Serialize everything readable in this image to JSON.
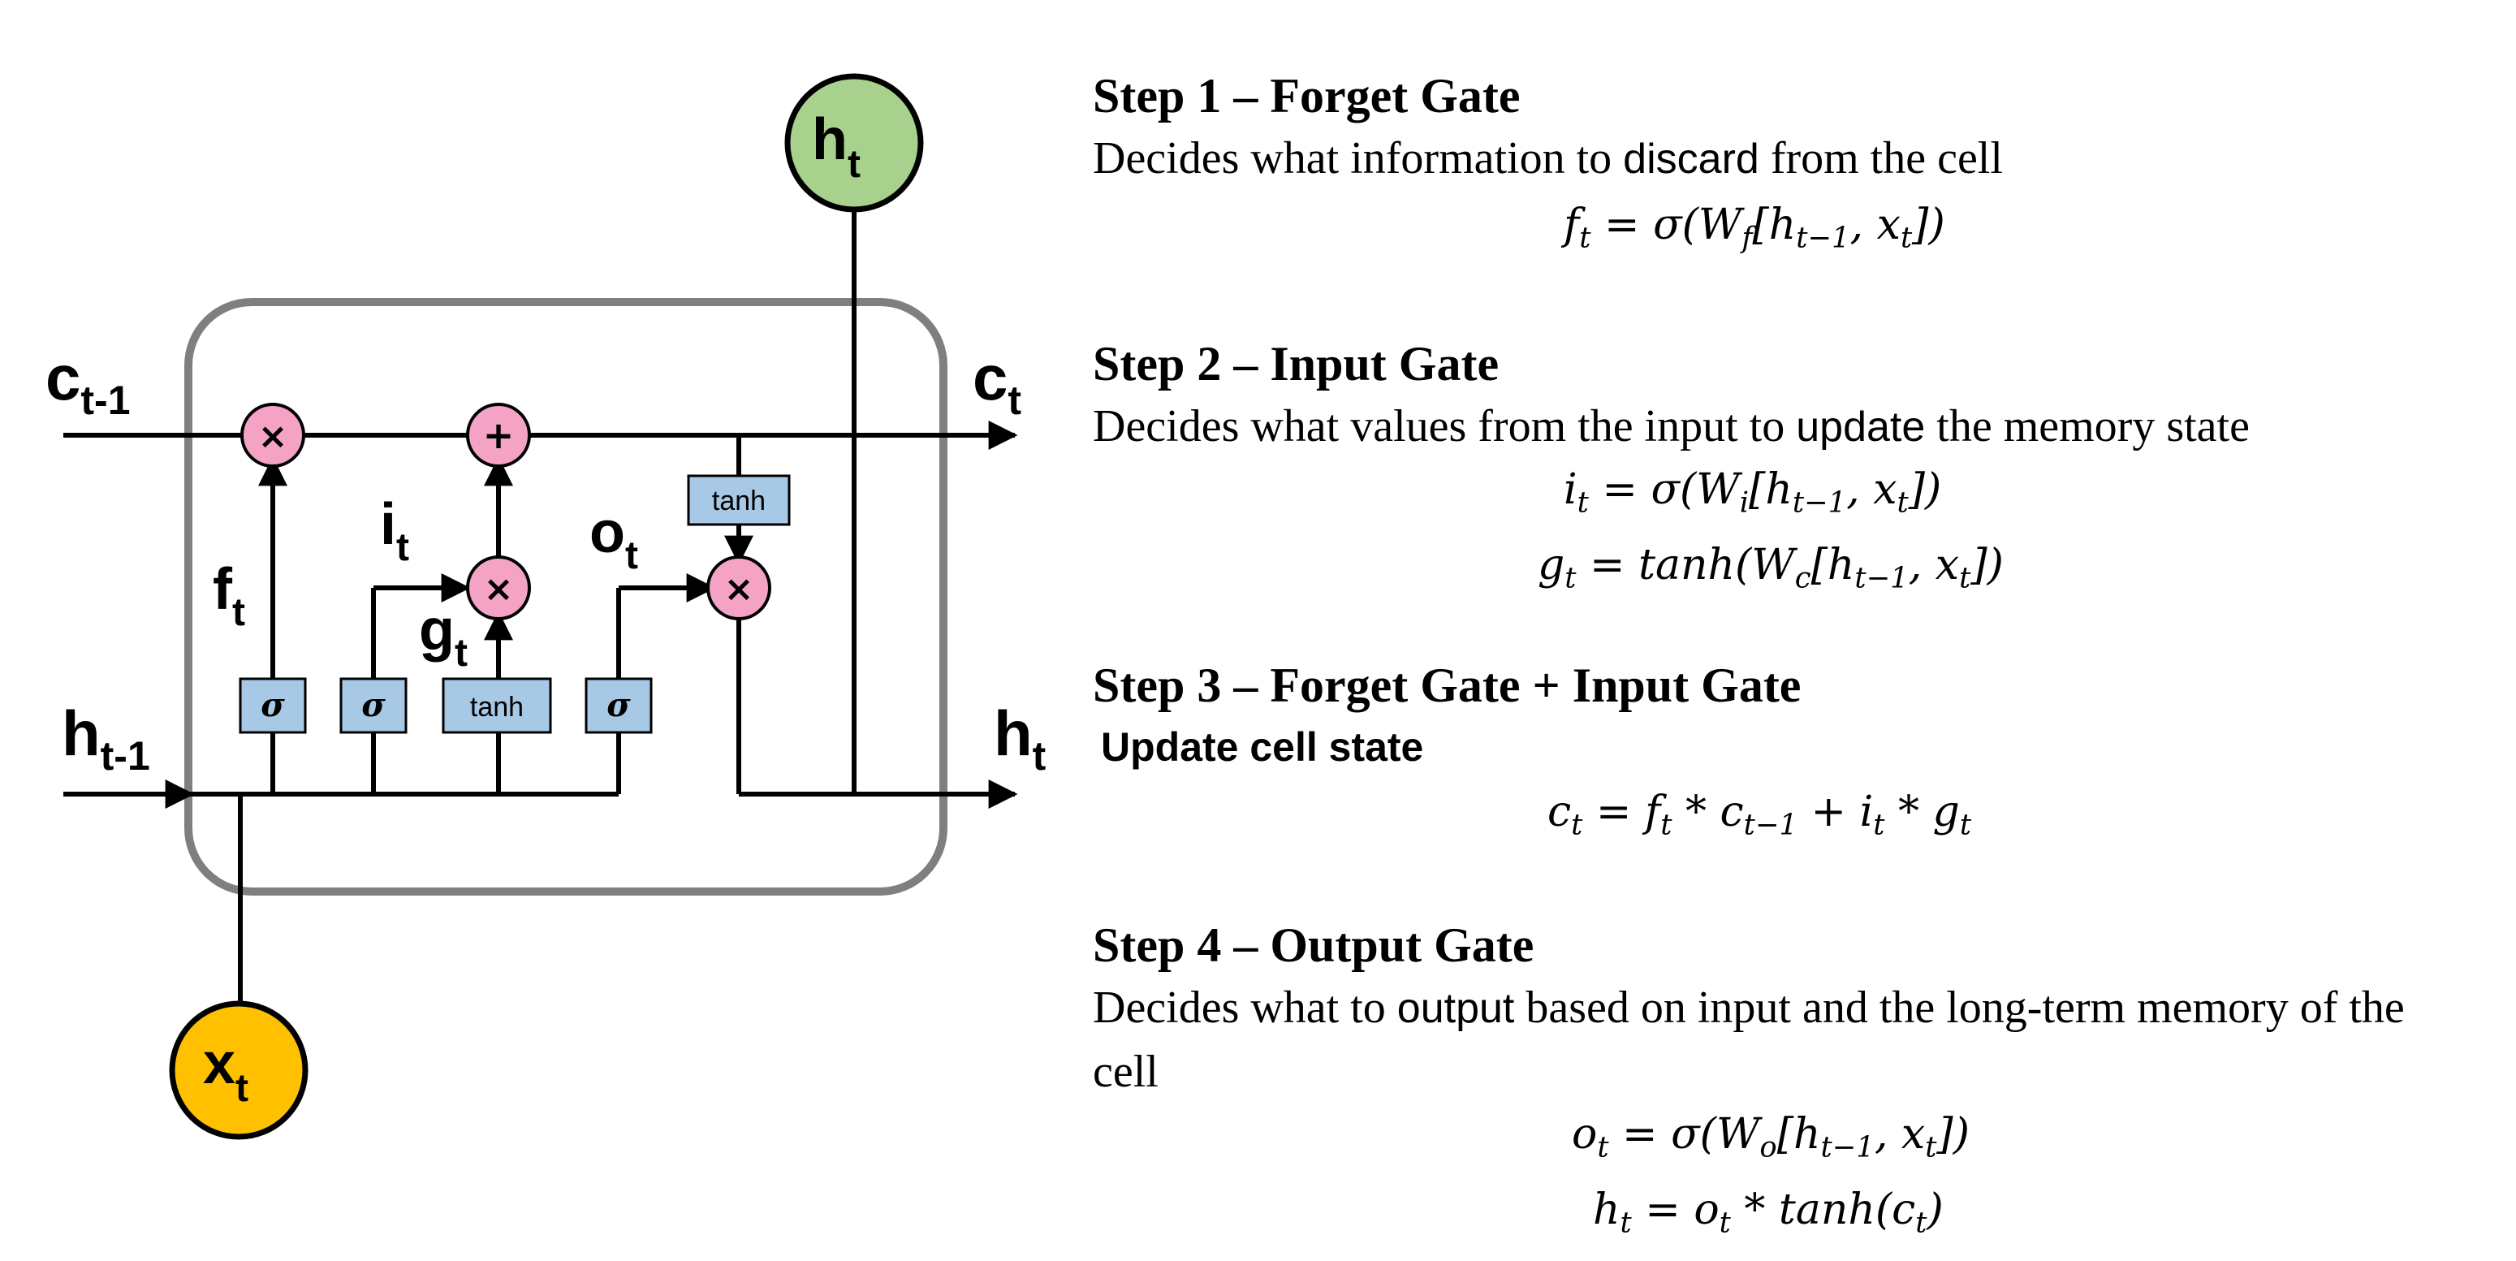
{
  "diagram": {
    "output_node": {
      "var": "h",
      "sub": "t"
    },
    "input_node": {
      "var": "x",
      "sub": "t"
    },
    "c_prev": {
      "var": "c",
      "sub": "t-1"
    },
    "c_next": {
      "var": "c",
      "sub": "t"
    },
    "h_prev": {
      "var": "h",
      "sub": "t-1"
    },
    "h_next": {
      "var": "h",
      "sub": "t"
    },
    "gate_f": {
      "var": "f",
      "sub": "t"
    },
    "gate_i": {
      "var": "i",
      "sub": "t"
    },
    "gate_g": {
      "var": "g",
      "sub": "t"
    },
    "gate_o": {
      "var": "o",
      "sub": "t"
    },
    "ops": {
      "mul": "×",
      "add": "+"
    },
    "sigma": "σ",
    "tanh": "tanh",
    "colors": {
      "output_node": "#a9d18e",
      "input_node": "#ffc000",
      "op_node": "#f4a3c4",
      "gate_box": "#a7c9e6",
      "cell_border": "#7f7f7f"
    }
  },
  "steps": [
    {
      "title": "Step 1 – Forget Gate",
      "desc_before": "Decides what information to",
      "keyword": "discard",
      "desc_after": "from the cell",
      "equations": [
        "f_t = σ(W_f[h_{t−1}, x_t])"
      ]
    },
    {
      "title": "Step 2 – Input Gate",
      "desc_before": "Decides what values from the input to",
      "keyword": "update",
      "desc_after": "the memory state",
      "equations": [
        "i_t = σ(W_i[h_{t−1}, x_t])",
        "g_t = tanh(W_c[h_{t−1}, x_t])"
      ]
    },
    {
      "title": "Step 3 – Forget Gate + Input Gate",
      "subtitle": "Update cell  state",
      "equations": [
        "c_t = f_t * c_{t−1} + i_t * g_t"
      ]
    },
    {
      "title": "Step 4 – Output Gate",
      "desc_before": "Decides what to",
      "keyword": "output",
      "desc_after": "based on input and the long-term memory of the cell",
      "equations": [
        "o_t = σ(W_o[h_{t−1}, x_t])",
        "h_t = o_t * tanh(c_t)"
      ]
    }
  ]
}
